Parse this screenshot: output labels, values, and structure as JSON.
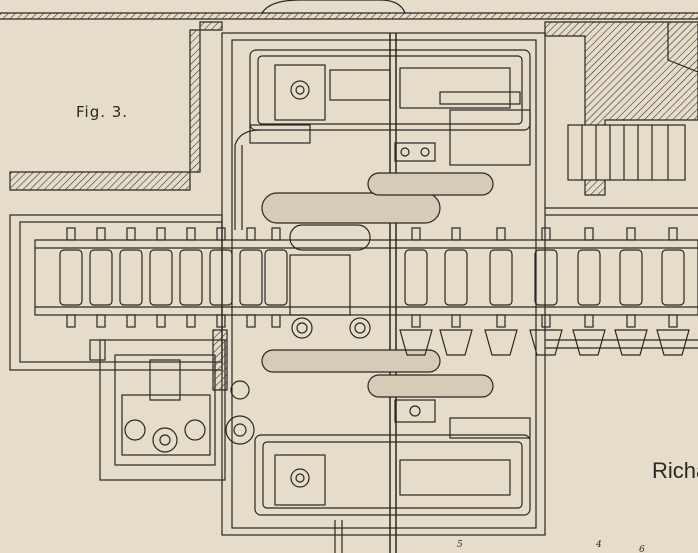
{
  "figure": {
    "label": "Fig. 3.",
    "side_text": "Richa",
    "part_numbers": [
      "5",
      "4",
      "6"
    ]
  },
  "colors": {
    "paper": "#e5dcca",
    "ink": "#2a2724"
  }
}
